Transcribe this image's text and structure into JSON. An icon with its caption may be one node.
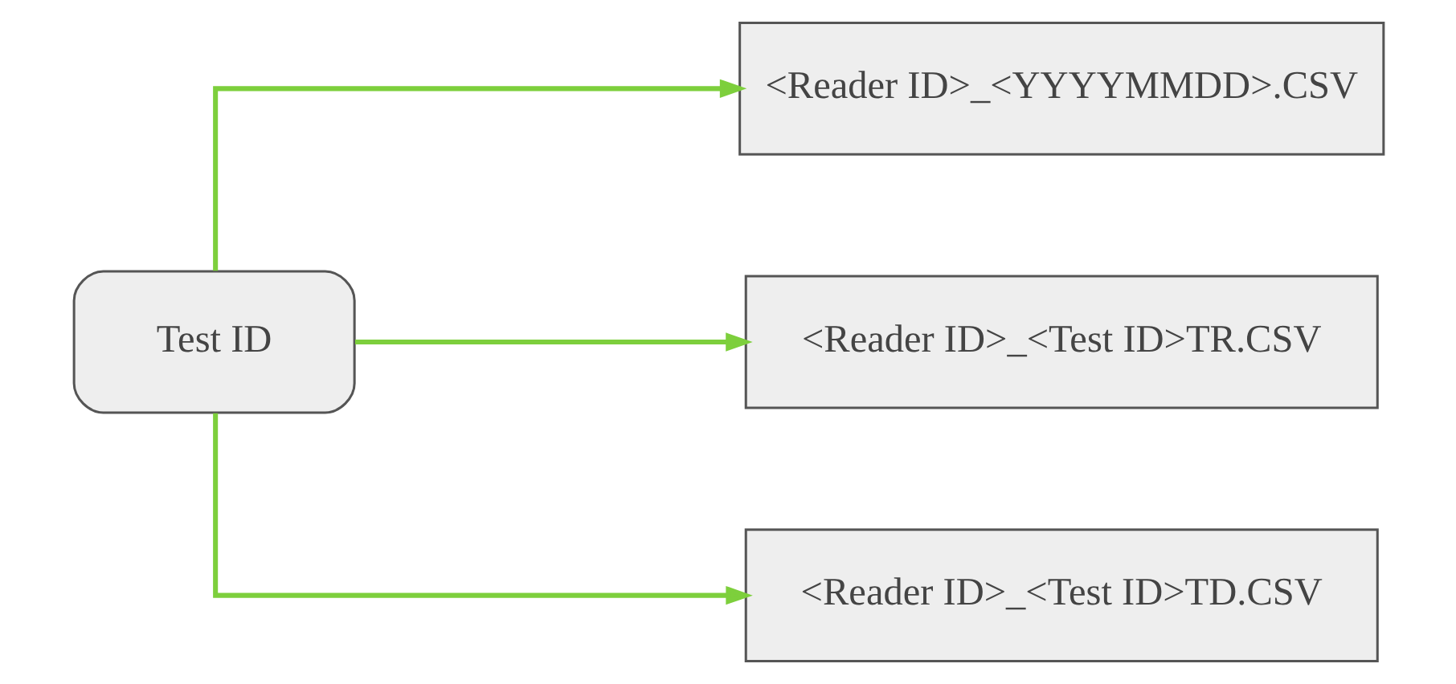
{
  "diagram": {
    "nodes": [
      {
        "text": [
          "Test ID"
        ]
      },
      {
        "text": [
          "<Reader ID>_<YYYYMMDD>.CSV"
        ]
      },
      {
        "text": [
          "<Reader ID>_<Test ID>TR.CSV"
        ]
      },
      {
        "text": [
          "<Reader ID>_<Test ID>TD.CSV"
        ]
      }
    ],
    "edges": [
      {
        "from": 0,
        "to": 1,
        "arrow": "to"
      },
      {
        "from": 0,
        "to": 2,
        "arrow": "to"
      },
      {
        "from": 0,
        "to": 3,
        "arrow": "to"
      }
    ]
  }
}
